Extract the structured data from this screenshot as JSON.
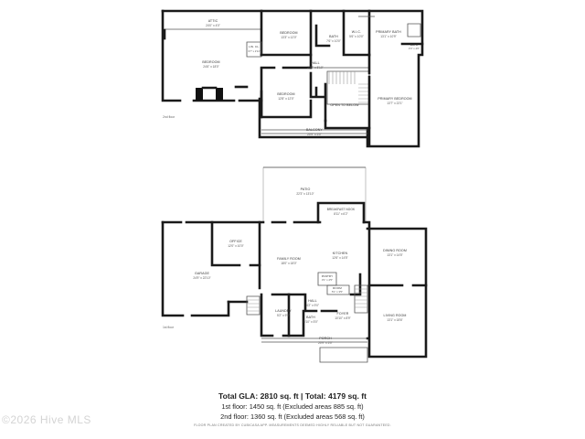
{
  "second_floor": {
    "label": "2nd floor",
    "rooms": [
      {
        "name": "ATTIC",
        "dims": "24'0\" x 4'0\""
      },
      {
        "name": "BEDROOM",
        "dims": "24'6\" x 18'0\""
      },
      {
        "name": "LIN. CL.",
        "dims": "3'7\" x 2'11\""
      },
      {
        "name": "BEDROOM",
        "dims": "13'3\" x 12'0\""
      },
      {
        "name": "BATH",
        "dims": "7'6\" x 10'0\""
      },
      {
        "name": "W.I.C.",
        "dims": "5'6\" x 10'0\""
      },
      {
        "name": "PRIMARY BATH",
        "dims": "13'1\" x 10'9\""
      },
      {
        "name": "BATH",
        "dims": "3'4\" x 4'0\""
      },
      {
        "name": "HALL",
        "dims": "23'7\" x 5'10\""
      },
      {
        "name": "BEDROOM",
        "dims": "12'8\" x 12'0\""
      },
      {
        "name": "OPEN TO BELOW",
        "dims": ""
      },
      {
        "name": "PRIMARY BEDROOM",
        "dims": "13'7\" x 22'1\""
      },
      {
        "name": "BALCONY",
        "dims": "20'9\" x 5'0\""
      }
    ]
  },
  "first_floor": {
    "label": "1st floor",
    "rooms": [
      {
        "name": "PATIO",
        "dims": "22'3\" x 13'10\""
      },
      {
        "name": "BREAKFAST NOOK",
        "dims": "8'11\" x 6'2\""
      },
      {
        "name": "OFFICE",
        "dims": "12'0\" x 10'0\""
      },
      {
        "name": "GARAGE",
        "dims": "24'9\" x 22'10\""
      },
      {
        "name": "FAMILY ROOM",
        "dims": "18'0\" x 18'0\""
      },
      {
        "name": "KITCHEN",
        "dims": "12'6\" x 14'5\""
      },
      {
        "name": "DINING ROOM",
        "dims": "13'1\" x 14'5\""
      },
      {
        "name": "PANTRY",
        "dims": "3'1\" x 2'5\""
      },
      {
        "name": "ROOM",
        "dims": "5'1\" x 3'5\""
      },
      {
        "name": "HALL",
        "dims": "4'2\" x 9'0\""
      },
      {
        "name": "LAUNDRY",
        "dims": "5'2\" x 9'9\""
      },
      {
        "name": "BATH",
        "dims": "5'10\" x 5'0\""
      },
      {
        "name": "FOYER",
        "dims": "10'10\" x 8'9\""
      },
      {
        "name": "LIVING ROOM",
        "dims": "13'1\" x 18'6\""
      },
      {
        "name": "PORCH",
        "dims": "20'9\" x 5'0\""
      }
    ]
  },
  "summary": {
    "total": "Total GLA: 2810 sq. ft | Total: 4179 sq. ft",
    "first": "1st floor: 1450 sq. ft (Excluded areas 885 sq. ft)",
    "second": "2nd floor: 1360 sq. ft (Excluded areas 568 sq. ft)"
  },
  "disclaimer": "FLOOR PLAN CREATED BY CUBICASA APP. MEASUREMENTS DEEMED HIGHLY RELIABLE BUT NOT GUARANTEED.",
  "watermark": "©2026 Hive MLS"
}
